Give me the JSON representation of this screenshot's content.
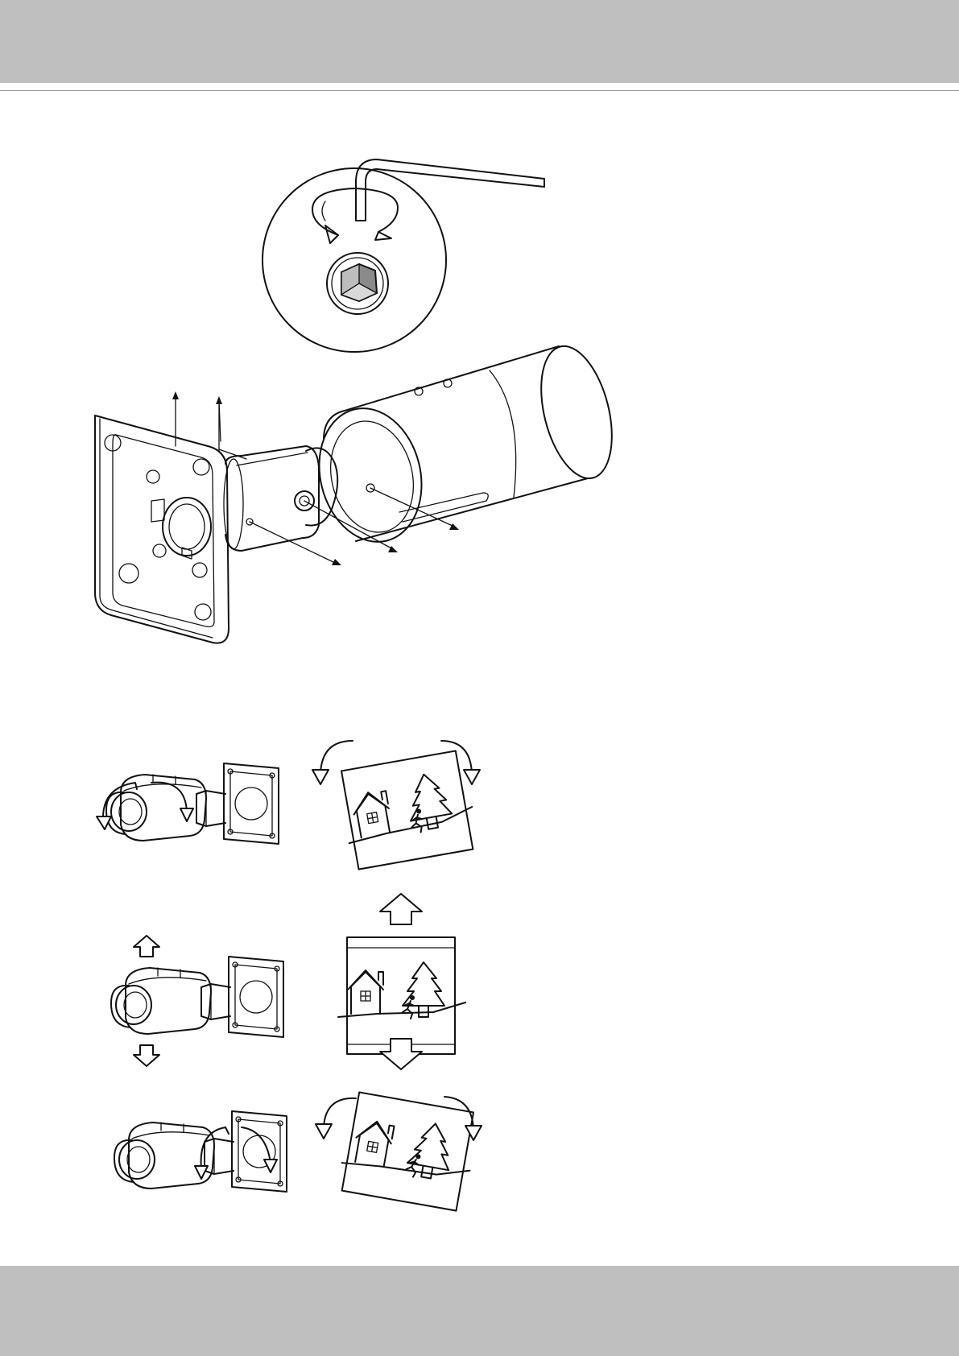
{
  "page": {
    "header_color": "#bfbfbf",
    "footer_color": "#bfbfbf",
    "line_color": "#111111"
  },
  "figures": {
    "detail_zoom": {
      "icons": [
        "hex-key-icon",
        "rotation-arrows-icon",
        "hex-socket-icon"
      ]
    },
    "camera_assembly": {
      "icons": [
        "wall-mount-plate-icon",
        "bullet-camera-icon",
        "callout-arrow-icon"
      ]
    },
    "adjustment_grid": {
      "rows": [
        "rotate",
        "tilt",
        "pan"
      ],
      "icons": [
        "camera-rotate-icon",
        "camera-tilt-icon",
        "camera-pan-icon",
        "scene-rotated-left-icon",
        "scene-level-icon",
        "scene-rotated-right-icon",
        "up-arrow-icon",
        "down-arrow-icon"
      ]
    }
  }
}
